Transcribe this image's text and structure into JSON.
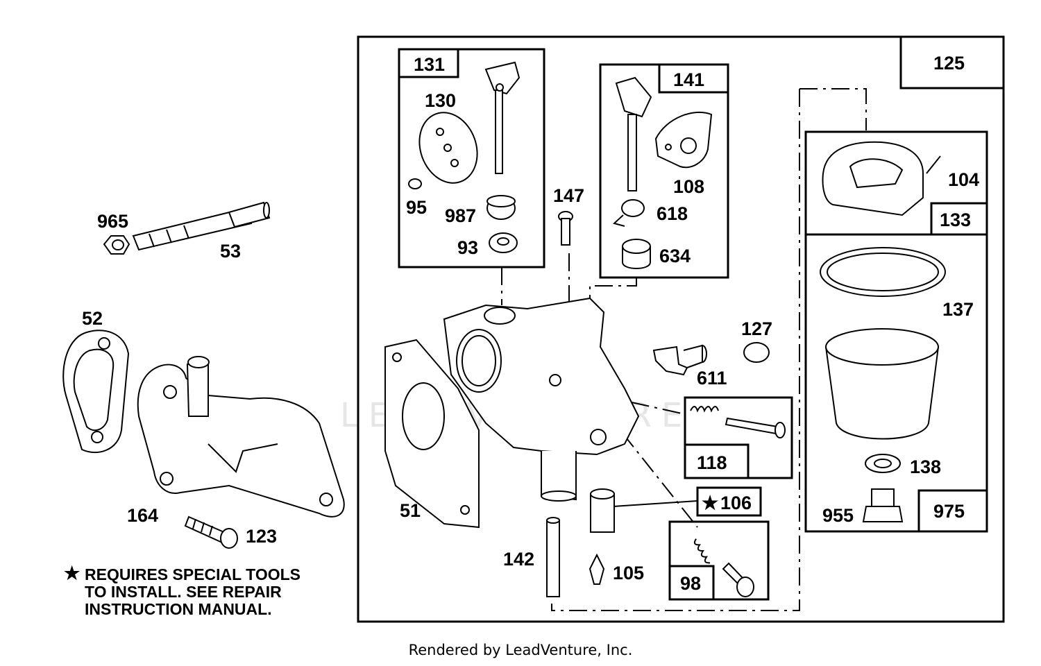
{
  "diagram": {
    "watermark": "LEADVENTURE",
    "parts": {
      "p965": "965",
      "p53": "53",
      "p52": "52",
      "p164": "164",
      "p123": "123",
      "p131": "131",
      "p130": "130",
      "p95": "95",
      "p987": "987",
      "p93": "93",
      "p147": "147",
      "p141": "141",
      "p108": "108",
      "p618": "618",
      "p634": "634",
      "p125": "125",
      "p104": "104",
      "p133": "133",
      "p137": "137",
      "p127": "127",
      "p611": "611",
      "p118": "118",
      "p51": "51",
      "p106": "106",
      "p142": "142",
      "p105": "105",
      "p98": "98",
      "p138": "138",
      "p955": "955",
      "p975": "975"
    }
  },
  "note": {
    "star": "★",
    "lines": [
      "REQUIRES SPECIAL TOOLS",
      "TO INSTALL.  SEE REPAIR",
      "INSTRUCTION MANUAL."
    ]
  },
  "footer": "Rendered by LeadVenture, Inc."
}
